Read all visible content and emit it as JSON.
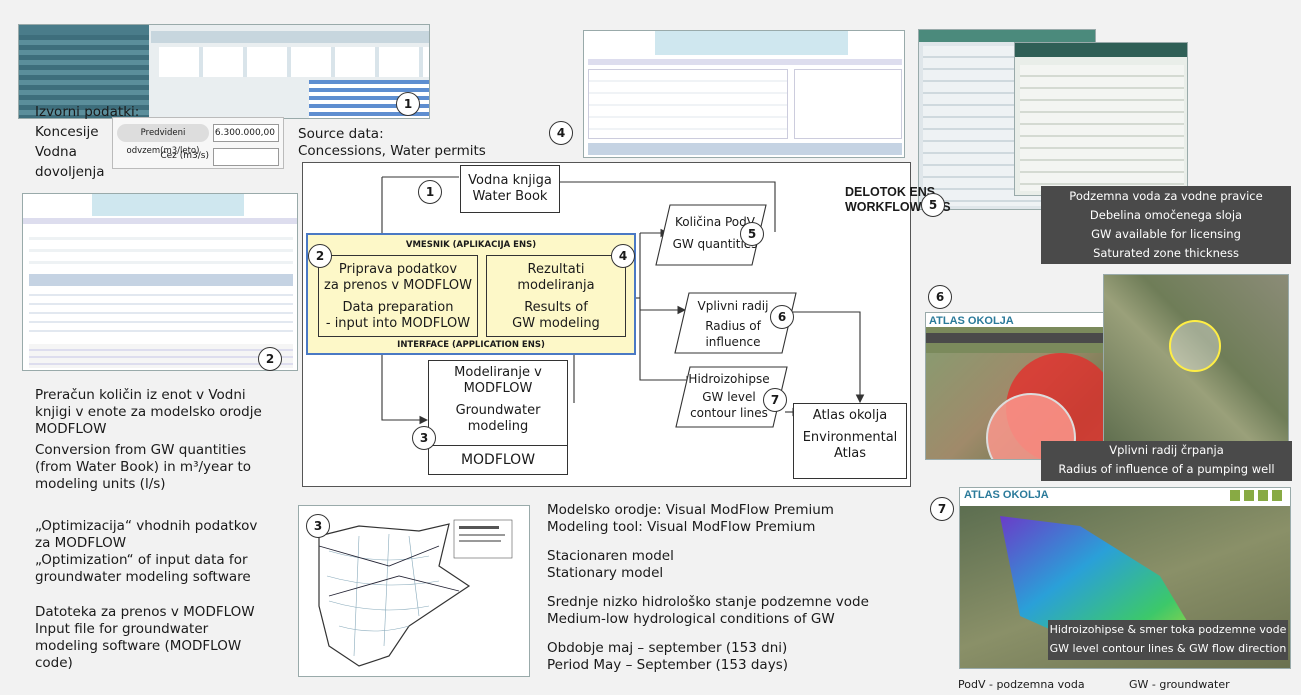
{
  "left": {
    "source_label_si": [
      "Izvorni podatki:",
      "Koncesije",
      "Vodna",
      "dovoljenja"
    ],
    "source_label_en": [
      "Source data:",
      "Concessions, Water permits"
    ],
    "popup_rows": [
      {
        "label": "Predvideni odvzem(m3/leto)",
        "value": "6.300.000,00"
      },
      {
        "label": "Cez (m3/s)",
        "value": ""
      }
    ],
    "conversion_si": [
      "Preračun količin iz enot v Vodni",
      "knjigi v enote za modelsko orodje",
      "MODFLOW"
    ],
    "conversion_en": [
      "Conversion from GW quantities",
      "(from Water Book) in m³/year to",
      "modeling  units (l/s)"
    ],
    "optim_si": [
      "„Optimizacija“ vhodnih podatkov",
      "za MODFLOW"
    ],
    "optim_en": [
      "„Optimization“ of input data for",
      "groundwater modeling software"
    ],
    "file_si": "Datoteka za prenos v MODFLOW",
    "file_en": [
      "Input file for groundwater",
      "modeling software (MODFLOW",
      "code)"
    ]
  },
  "numbers": [
    "1",
    "2",
    "3",
    "4",
    "5",
    "6",
    "7"
  ],
  "diagram": {
    "title": [
      "DELOTOK ENS",
      "WORKFLOW ENS"
    ],
    "water_book": [
      "Vodna knjiga",
      "Water Book"
    ],
    "interface_top": "VMESNIK (APLIKACIJA ENS)",
    "interface_bottom": "INTERFACE (APPLICATION ENS)",
    "prep": [
      "Priprava podatkov",
      "za prenos v MODFLOW",
      "Data preparation",
      "- input into MODFLOW"
    ],
    "results": [
      "Rezultati",
      "modeliranja",
      "Results of",
      "GW modeling"
    ],
    "modeling": [
      "Modeliranje v",
      "MODFLOW",
      "Groundwater",
      "modeling"
    ],
    "modflow": "MODFLOW",
    "gw_quant": [
      "Količina PodV",
      "GW quantities"
    ],
    "radius": [
      "Vplivni radij",
      "Radius of",
      "influence"
    ],
    "contour": [
      "Hidroizohipse",
      "GW level",
      "contour lines"
    ],
    "atlas": [
      "Atlas okolja",
      "Environmental",
      "Atlas"
    ]
  },
  "bottom_center": {
    "tool_si": "Modelsko orodje: Visual ModFlow Premium",
    "tool_en": "Modeling tool:  Visual ModFlow Premium",
    "model_si": "Stacionaren model",
    "model_en": "Stationary model",
    "cond_si": "Srednje nizko hidrološko stanje podzemne vode",
    "cond_en": "Medium-low hydrological conditions of GW",
    "period_si": "Obdobje maj – september (153 dni)",
    "period_en": "Period  May – September (153 days)"
  },
  "right": {
    "licensing": [
      "Podzemna voda za vodne pravice",
      "Debelina omočenega sloja",
      "GW  available for licensing",
      "Saturated zone thickness"
    ],
    "atlas_title": "ATLAS OKOLJA",
    "radius_caption": [
      "Vplivni radij črpanja",
      "Radius of influence of a pumping well"
    ],
    "contour_caption": [
      "Hidroizohipse & smer toka podzemne vode",
      "GW level contour lines & GW flow direction"
    ],
    "legend_podv": "PodV - podzemna voda",
    "legend_gw": "GW - groundwater"
  },
  "colors": {
    "interface_fill": "#fdf8c8",
    "interface_border": "#4a79c4",
    "caption_bg": "#4a4a4a",
    "window_green": "#2f5f56"
  }
}
